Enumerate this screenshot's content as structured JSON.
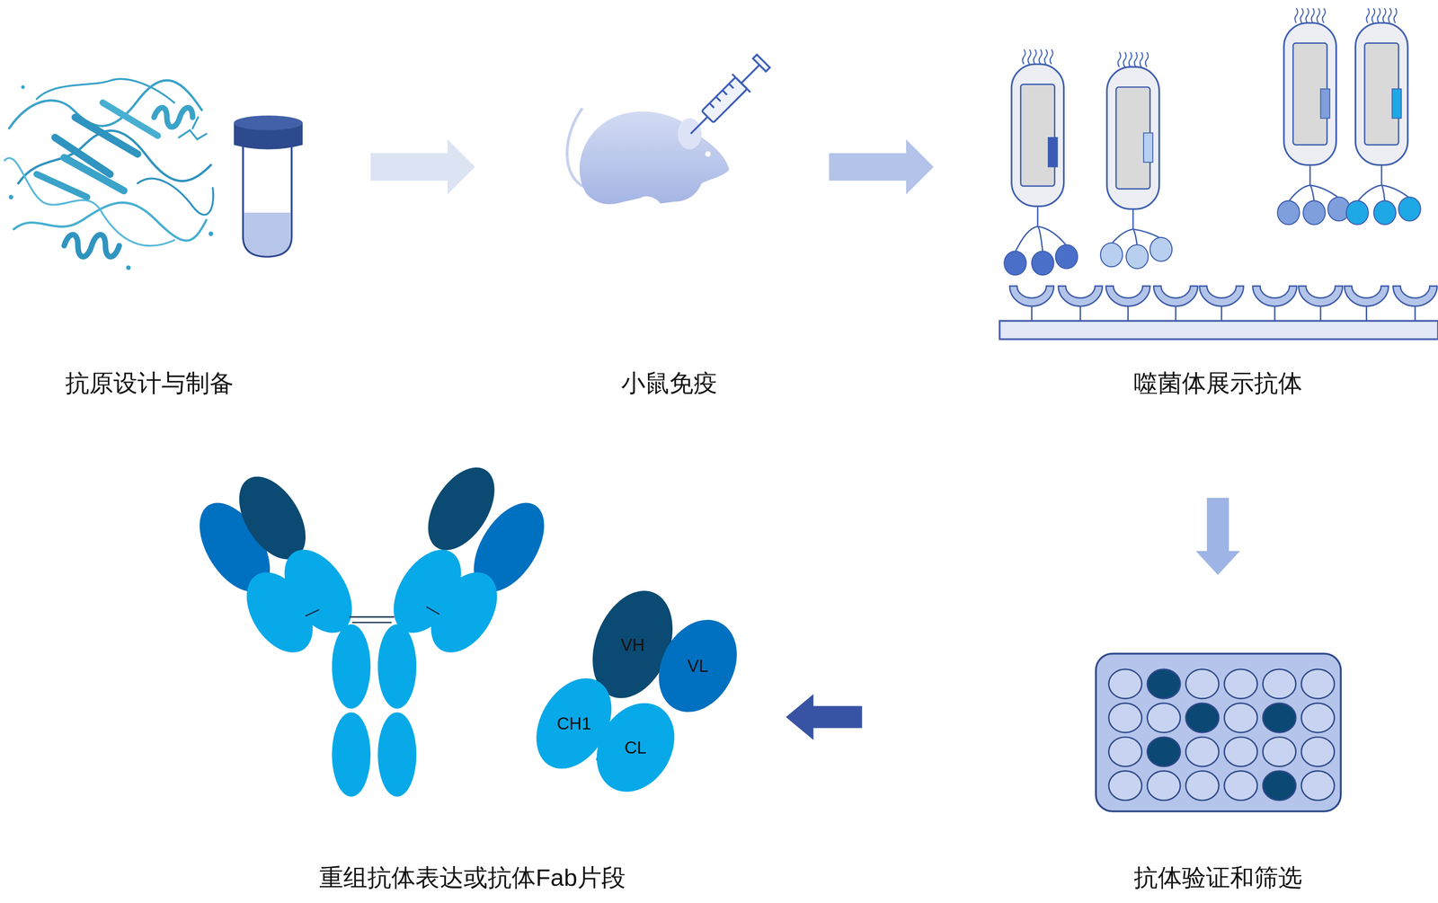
{
  "diagram": {
    "nodes": [
      {
        "text": [
          "抗原设计与制备"
        ]
      },
      {
        "text": [
          "小鼠免疫"
        ]
      },
      {
        "text": [
          "噬菌体展示抗体"
        ]
      },
      {
        "text": [
          "抗体验证和筛选"
        ]
      },
      {
        "text": [
          "重组抗体表达或抗体Fab片段"
        ]
      },
      {
        "text": [
          "VH"
        ],
        "in": 4
      },
      {
        "text": [
          "VL"
        ],
        "in": 4
      },
      {
        "text": [
          "CH1"
        ],
        "in": 4
      },
      {
        "text": [
          "CL"
        ],
        "in": 4
      }
    ],
    "edges": [
      {
        "from": 0,
        "to": 1,
        "arrow": "to"
      },
      {
        "from": 1,
        "to": 2,
        "arrow": "to"
      },
      {
        "from": 2,
        "to": 3,
        "arrow": "to"
      },
      {
        "from": 3,
        "to": 4,
        "arrow": "to"
      },
      {
        "from": 7,
        "to": 8,
        "arrow": "none"
      }
    ]
  }
}
